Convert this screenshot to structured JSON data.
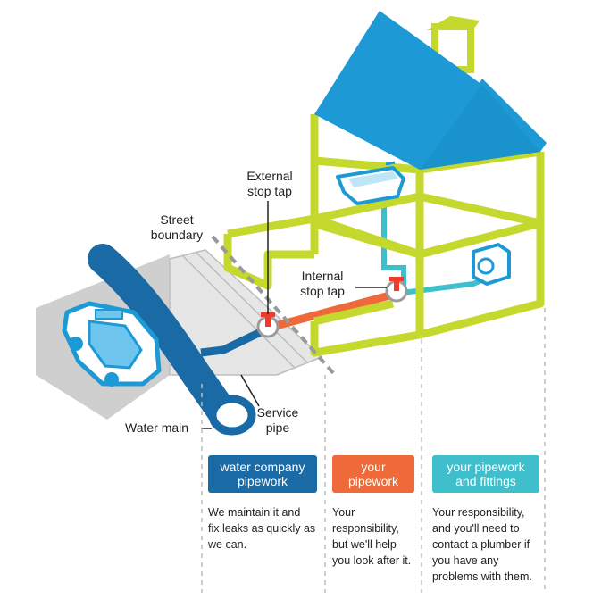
{
  "colors": {
    "roof": "#1d9ad6",
    "frame": "#c5d82e",
    "water_company": "#1a6aa6",
    "your_pipework": "#ef6a3a",
    "your_fittings": "#3fbfcc",
    "pavement": "#d9d9d9",
    "road": "#c8c8c8"
  },
  "labels": {
    "external_stop_tap": [
      "External",
      "stop tap"
    ],
    "street_boundary": [
      "Street",
      "boundary"
    ],
    "internal_stop_tap": [
      "Internal",
      "stop tap"
    ],
    "service_pipe": [
      "Service",
      "pipe"
    ],
    "water_main": "Water main"
  },
  "sections": [
    {
      "title": [
        "water company",
        "pipework"
      ],
      "color": "#1a6aa6",
      "description": [
        "We maintain it and",
        "fix leaks as quickly as",
        "we can."
      ]
    },
    {
      "title": [
        "your",
        "pipework"
      ],
      "color": "#ef6a3a",
      "description": [
        "Your",
        "responsibility,",
        "but we'll help",
        "you look after it."
      ]
    },
    {
      "title": [
        "your pipework",
        "and fittings"
      ],
      "color": "#3fbfcc",
      "description": [
        "Your responsibility,",
        "and you'll need to",
        "contact a plumber if",
        "you have any",
        "problems with them."
      ]
    }
  ]
}
